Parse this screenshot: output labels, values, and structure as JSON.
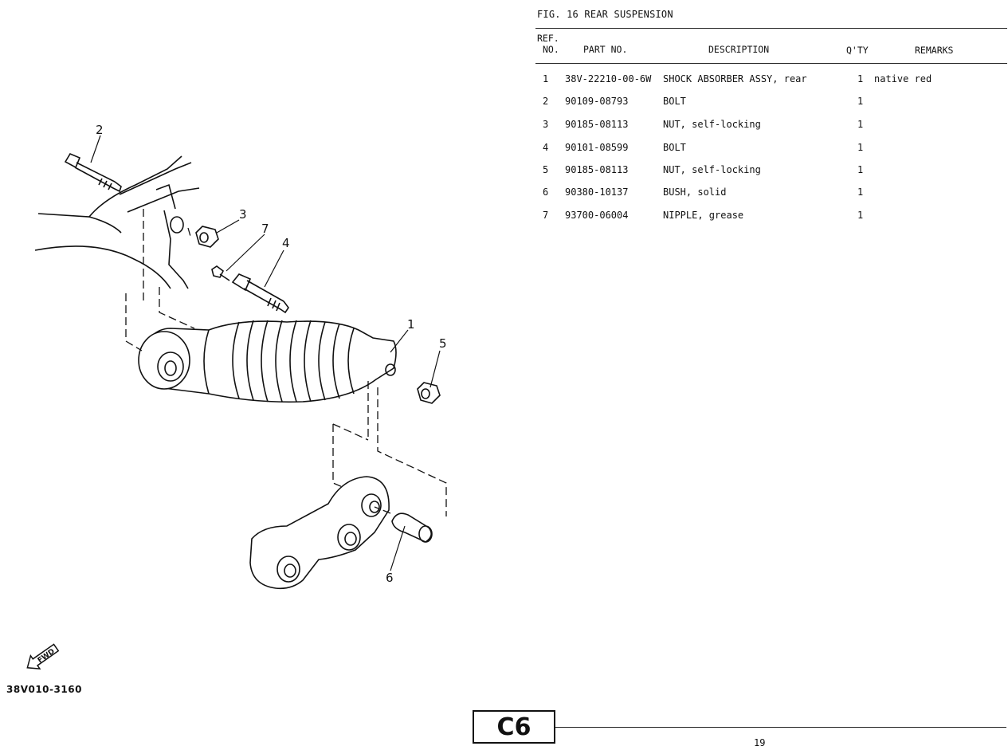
{
  "figure": {
    "title": "FIG. 16  REAR SUSPENSION"
  },
  "table": {
    "headers": {
      "ref_line1": "REF.",
      "ref_line2": "NO.",
      "part_no": "PART NO.",
      "description": "DESCRIPTION",
      "qty": "Q'TY",
      "remarks": "REMARKS"
    },
    "rows": [
      {
        "ref": "1",
        "part_no": "38V-22210-00-6W",
        "description": "SHOCK ABSORBER ASSY, rear",
        "qty": "1",
        "remarks": "native red"
      },
      {
        "ref": "2",
        "part_no": "90109-08793",
        "description": "BOLT",
        "qty": "1",
        "remarks": ""
      },
      {
        "ref": "3",
        "part_no": "90185-08113",
        "description": "NUT, self-locking",
        "qty": "1",
        "remarks": ""
      },
      {
        "ref": "4",
        "part_no": "90101-08599",
        "description": "BOLT",
        "qty": "1",
        "remarks": ""
      },
      {
        "ref": "5",
        "part_no": "90185-08113",
        "description": "NUT, self-locking",
        "qty": "1",
        "remarks": ""
      },
      {
        "ref": "6",
        "part_no": "90380-10137",
        "description": "BUSH, solid",
        "qty": "1",
        "remarks": ""
      },
      {
        "ref": "7",
        "part_no": "93700-06004",
        "description": "NIPPLE, grease",
        "qty": "1",
        "remarks": ""
      }
    ]
  },
  "diagram": {
    "callouts": {
      "c1": "1",
      "c2": "2",
      "c3": "3",
      "c4": "4",
      "c5": "5",
      "c6": "6",
      "c7": "7"
    },
    "fwd_label": "FWD",
    "drawing_code": "38V010-3160"
  },
  "footer": {
    "section": "C6",
    "page_number": "19"
  }
}
